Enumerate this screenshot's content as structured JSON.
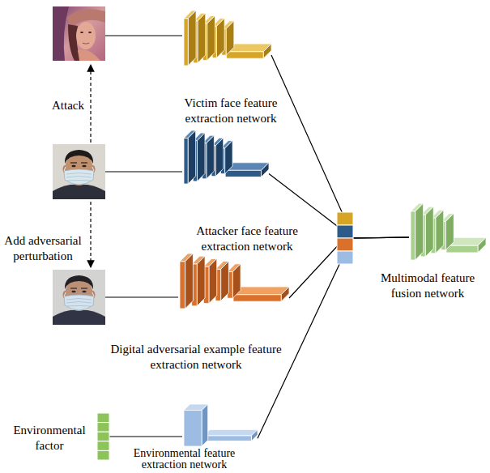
{
  "diagram": {
    "nodes": [
      {
        "text": [
          "Victim face feature extraction network"
        ]
      },
      {
        "text": [
          "Attacker face feature extraction network"
        ]
      },
      {
        "text": [
          "Digital adversarial example feature extraction network"
        ]
      },
      {
        "text": [
          "Environmental factor"
        ]
      },
      {
        "text": [
          "Environmental feature extraction network"
        ]
      },
      {
        "text": [
          "Multimodal feature fusion network"
        ]
      }
    ],
    "edges": [
      {
        "from": 0,
        "to": 5,
        "arrow": "none"
      },
      {
        "from": 1,
        "to": 5,
        "arrow": "none"
      },
      {
        "from": 2,
        "to": 5,
        "arrow": "none"
      },
      {
        "from": 4,
        "to": 5,
        "arrow": "none"
      },
      {
        "from": 3,
        "to": 4,
        "arrow": "none"
      }
    ],
    "labels": [
      "Attack",
      "Add adversarial perturbation"
    ]
  }
}
